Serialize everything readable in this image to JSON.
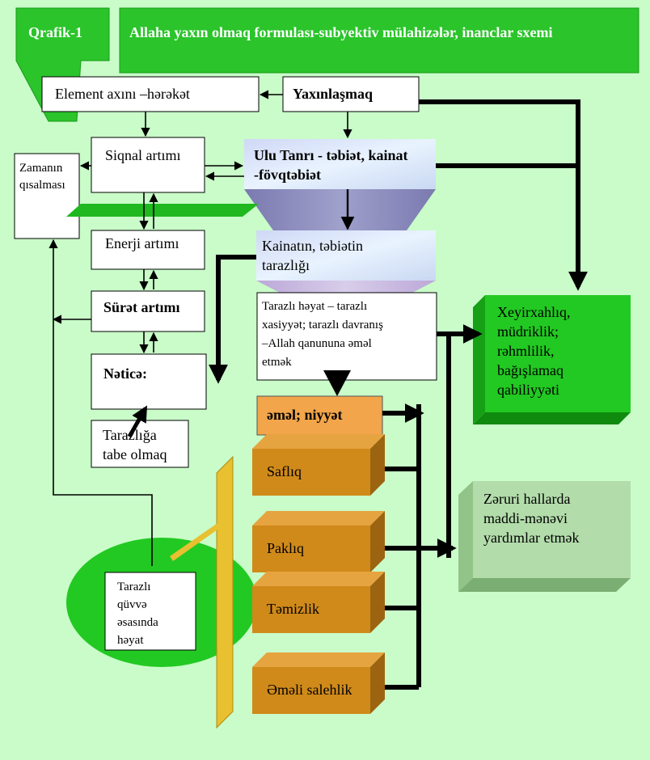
{
  "header": {
    "graph_label": "Qrafik-1",
    "title": "Allaha yaxın olmaq formulası-subyektiv mülahizələr, inanclar sxemi"
  },
  "boxes": {
    "element_flow": "Element axını –hərəkət",
    "approach": "Yaxınlaşmaq",
    "signal_increase": "Siqnal artımı",
    "great_god_line1": "Ulu Tanrı - təbiət, kainat",
    "great_god_line2": "-fövqtəbiət",
    "time_shortening_line1": "Zamanın",
    "time_shortening_line2": "qısalması",
    "energy_increase": "Enerji artımı",
    "universe_balance_line1": "Kainatın, təbiətin",
    "universe_balance_line2": "tarazlığı",
    "speed_increase": "Sürət artımı",
    "balanced_life_line1": "Tarazlı həyat – tarazlı",
    "balanced_life_line2": "xasiyyət; tarazlı davranış",
    "balanced_life_line3": "–Allah qanununa əməl",
    "balanced_life_line4": "etmək",
    "result": "Nəticə:",
    "submit_line1": "Tarazlığa",
    "submit_line2": "tabe olmaq",
    "deed_intention": "əməl; niyyət",
    "virtues_line1": "Xeyirxahlıq,",
    "virtues_line2": "müdriklik;",
    "virtues_line3": "rəhmlilik,",
    "virtues_line4": "bağışlamaq",
    "virtues_line5": "qabiliyyəti",
    "help_line1": "Zəruri hallarda",
    "help_line2": "maddi-mənəvi",
    "help_line3": "yardımlar etmək",
    "balanced_force_line1": "Tarazlı",
    "balanced_force_line2": "qüvvə",
    "balanced_force_line3": "əsasında",
    "balanced_force_line4": "həyat"
  },
  "blocks": [
    "Saflıq",
    "Paklıq",
    "Təmizlik",
    "Əməli salehlik"
  ],
  "colors": {
    "background": "#ccffcc",
    "header_green": "#2bc42b",
    "block_orange": "#d08a1a",
    "deed_box": "#f2a54a",
    "help_box": "#a9d5a0",
    "ellipse": "#22c922"
  }
}
